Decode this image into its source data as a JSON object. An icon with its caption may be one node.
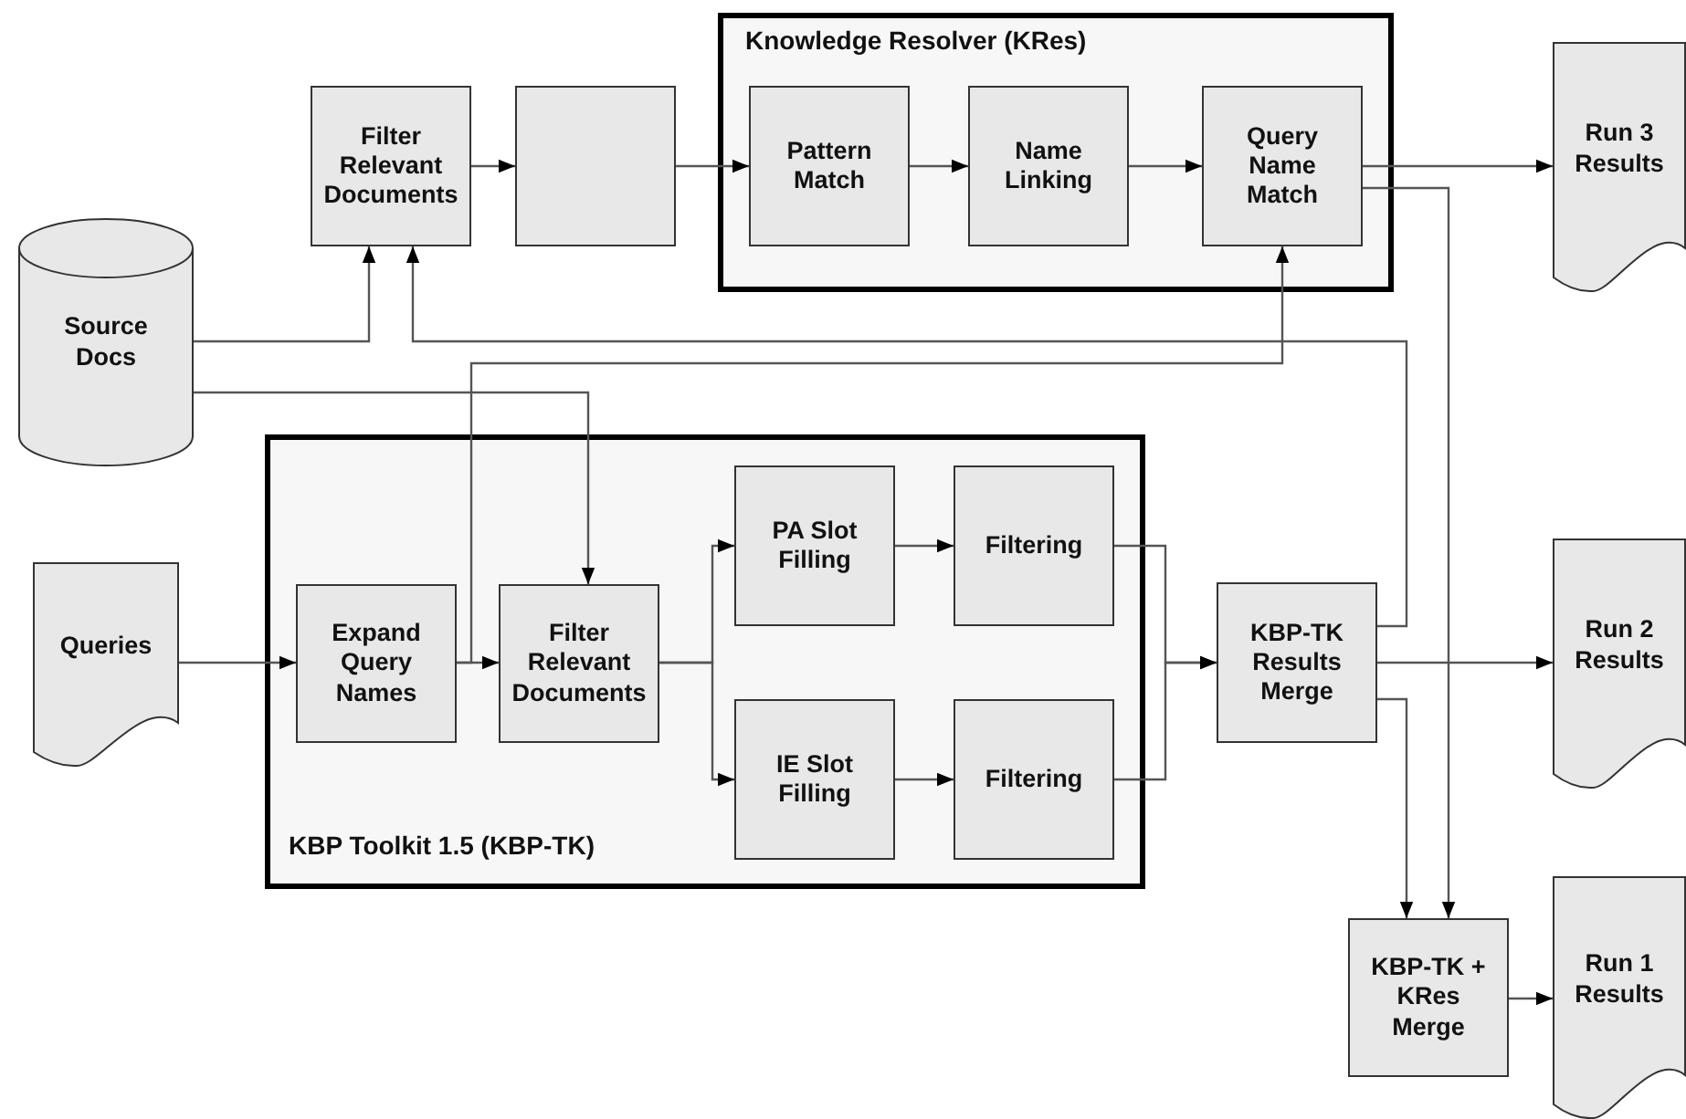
{
  "diagram": {
    "nodes": [
      {
        "text": [
          "Knowledge Resolver (KRes)"
        ]
      },
      {
        "text": [
          "Pattern Match"
        ],
        "in": 0
      },
      {
        "text": [
          "Name Linking"
        ],
        "in": 0
      },
      {
        "text": [
          "Query Name Match"
        ],
        "in": 0
      },
      {
        "text": [
          "Filter Relevant Documents"
        ]
      },
      {
        "text": [],
        "shape": "box"
      },
      {
        "text": [
          "Source Docs"
        ]
      },
      {
        "text": [
          "Queries"
        ]
      },
      {
        "text": [
          "KBP Toolkit 1.5 (KBP-TK)"
        ]
      },
      {
        "text": [
          "Expand Query Names"
        ],
        "in": 8
      },
      {
        "text": [
          "Filter Relevant Documents"
        ],
        "in": 8
      },
      {
        "text": [
          "PA Slot Filling"
        ],
        "in": 8
      },
      {
        "text": [
          "Filtering"
        ],
        "in": 8
      },
      {
        "text": [
          "IE Slot Filling"
        ],
        "in": 8
      },
      {
        "text": [
          "Filtering"
        ],
        "in": 8
      },
      {
        "text": [
          "KBP-TK Results Merge"
        ]
      },
      {
        "text": [
          "Run 3 Results"
        ]
      },
      {
        "text": [
          "Run 2 Results"
        ]
      },
      {
        "text": [
          "KBP-TK + KRes Merge"
        ]
      },
      {
        "text": [
          "Run 1 Results"
        ]
      }
    ],
    "edges": [
      {
        "from": 4,
        "to": 5,
        "arrow": "to"
      },
      {
        "from": 5,
        "to": 1,
        "arrow": "to"
      },
      {
        "from": 1,
        "to": 2,
        "arrow": "to"
      },
      {
        "from": 2,
        "to": 3,
        "arrow": "to"
      },
      {
        "from": 3,
        "to": 16,
        "arrow": "to"
      },
      {
        "from": 3,
        "to": 18,
        "arrow": "to"
      },
      {
        "from": 6,
        "to": 4,
        "arrow": "to"
      },
      {
        "from": 15,
        "to": 4,
        "arrow": "to"
      },
      {
        "from": 6,
        "to": 10,
        "arrow": "to"
      },
      {
        "from": 9,
        "to": 3,
        "arrow": "to"
      },
      {
        "from": 7,
        "to": 9,
        "arrow": "to"
      },
      {
        "from": 9,
        "to": 10,
        "arrow": "to"
      },
      {
        "from": 10,
        "to": 11,
        "arrow": "to"
      },
      {
        "from": 10,
        "to": 13,
        "arrow": "to"
      },
      {
        "from": 11,
        "to": 12,
        "arrow": "to"
      },
      {
        "from": 13,
        "to": 14,
        "arrow": "to"
      },
      {
        "from": 12,
        "to": 15,
        "arrow": "to"
      },
      {
        "from": 14,
        "to": 15,
        "arrow": "to"
      },
      {
        "from": 15,
        "to": 17,
        "arrow": "to"
      },
      {
        "from": 15,
        "to": 18,
        "arrow": "to"
      },
      {
        "from": 18,
        "to": 19,
        "arrow": "to"
      }
    ]
  }
}
